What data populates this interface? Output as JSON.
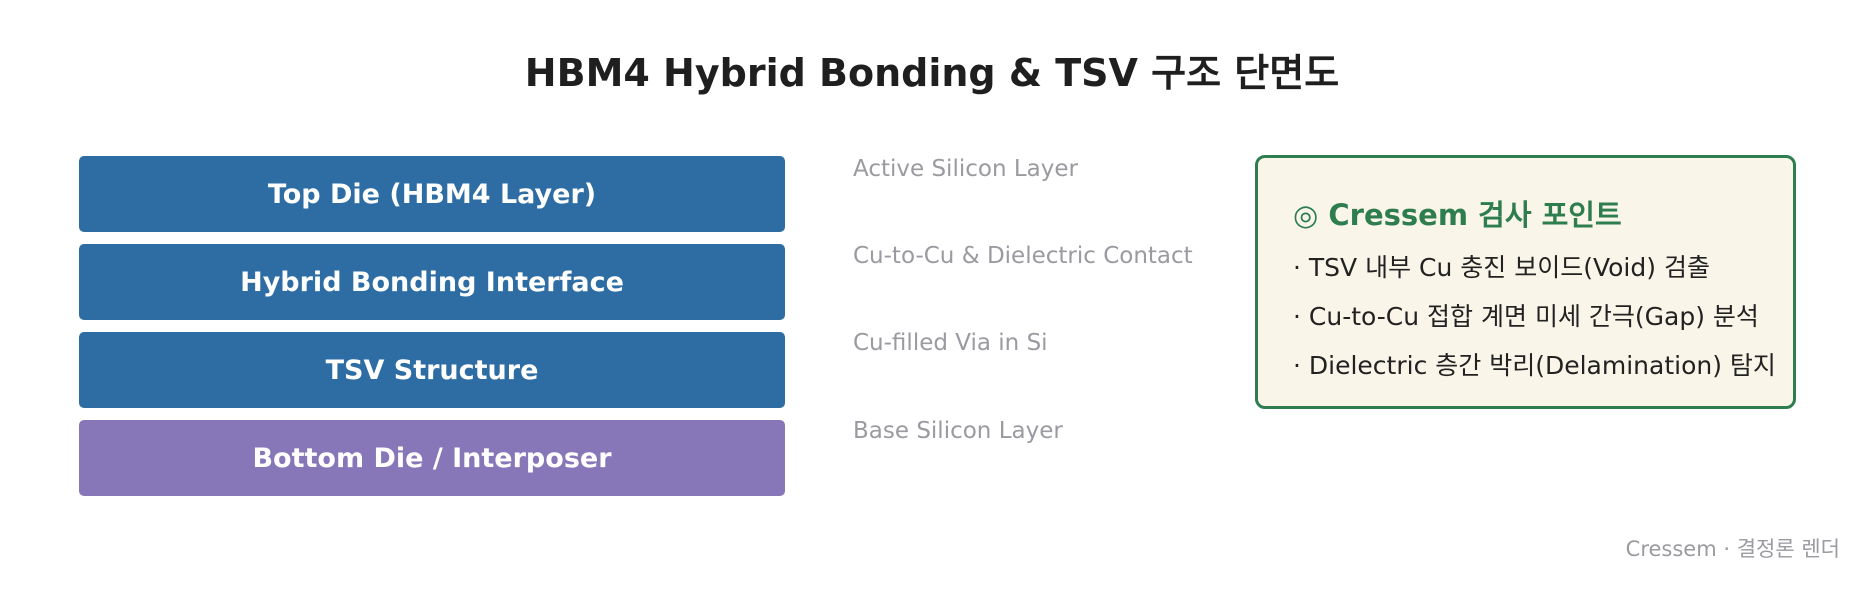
{
  "title": "HBM4 Hybrid Bonding & TSV 구조 단면도",
  "layers": [
    {
      "label": "Top Die (HBM4 Layer)",
      "description": "Active Silicon Layer",
      "color": "#2e6da4"
    },
    {
      "label": "Hybrid Bonding Interface",
      "description": "Cu-to-Cu & Dielectric Contact",
      "color": "#2e6da4"
    },
    {
      "label": "TSV Structure",
      "description": "Cu-filled Via in Si",
      "color": "#2e6da4"
    },
    {
      "label": "Bottom Die / Interposer",
      "description": "Base Silicon Layer",
      "color": "#8877b8"
    }
  ],
  "inspection": {
    "title": "◎ Cressem 검사 포인트",
    "items": [
      "· TSV 내부 Cu 충진 보이드(Void) 검출",
      "· Cu-to-Cu 접합 계면 미세 간극(Gap) 분석",
      "· Dielectric 층간 박리(Delamination) 탐지"
    ],
    "accent_color": "#2e7d4f",
    "background_color": "#faf5e9"
  },
  "footer": "Cressem · 결정론 렌더"
}
